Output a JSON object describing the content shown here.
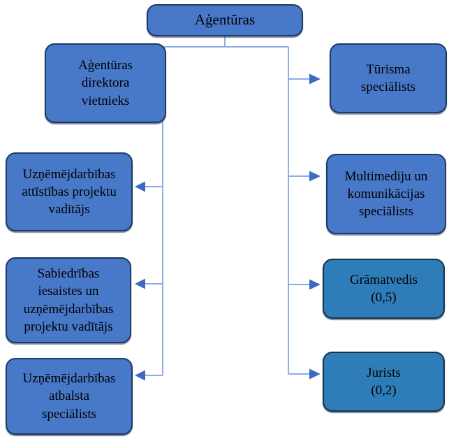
{
  "diagram": {
    "type": "org-chart",
    "root": {
      "label": "Aģentūras"
    },
    "left_column": [
      {
        "label": "Aģentūras\ndirektora\nvietnieks"
      },
      {
        "label": "Uzņēmējdarbības\nattīstības projektu\nvadītājs"
      },
      {
        "label": "Sabiedrības\niesaistes un\nuzņēmējdarbības\nprojektu vadītājs"
      },
      {
        "label": "Uzņēmējdarbības\natbalsta\nspeciālists"
      }
    ],
    "right_column": [
      {
        "label": "Tūrisma\nspeciālists"
      },
      {
        "label": "Multimediju un\nkomunikācijas\nspeciālists"
      },
      {
        "label": "Grāmatvedis\n(0,5)",
        "variant": "alt"
      },
      {
        "label": "Jurists\n(0,2)",
        "variant": "alt"
      }
    ],
    "colors": {
      "node_fill": "#4878C8",
      "node_fill_alt": "#2E7CB8",
      "node_border": "#1F3864",
      "node_border_alt": "#16334C",
      "connector_line": "#7C9FE2",
      "arrowhead": "#3C6CC2",
      "text": "#000000",
      "background": "#FFFFFF"
    }
  }
}
